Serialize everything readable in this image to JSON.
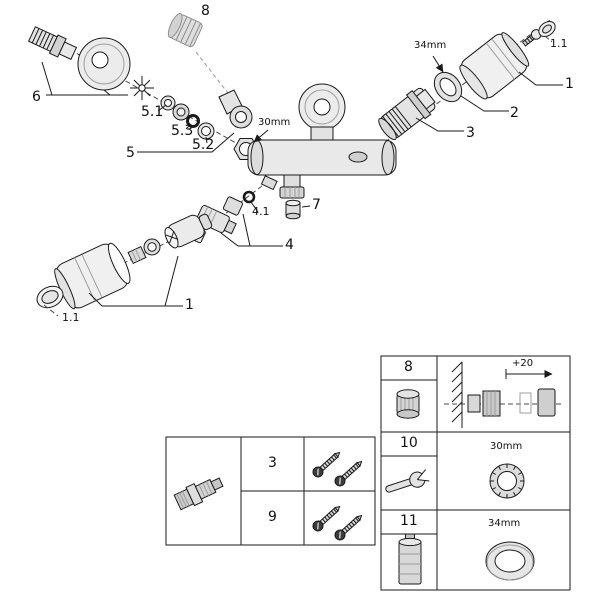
{
  "figure": {
    "callouts": {
      "n8": "8",
      "n6": "6",
      "n5_1": "5.1",
      "n5_3": "5.3",
      "n5_2": "5.2",
      "n5": "5",
      "dim30": "30mm",
      "dim34": "34mm",
      "n3": "3",
      "n2": "2",
      "n1_1_top": "1.1",
      "n1_top": "1",
      "n7": "7",
      "n4_1": "4.1",
      "n4": "4",
      "n1_1_bottom": "1.1",
      "n1_bottom": "1"
    },
    "legend_screws": {
      "rows": [
        {
          "num": "3"
        },
        {
          "num": "9"
        }
      ]
    },
    "legend_tools": [
      {
        "num": "8",
        "dim": "+20"
      },
      {
        "num": "10",
        "dim": "30mm"
      },
      {
        "num": "11",
        "dim": "34mm"
      }
    ]
  }
}
